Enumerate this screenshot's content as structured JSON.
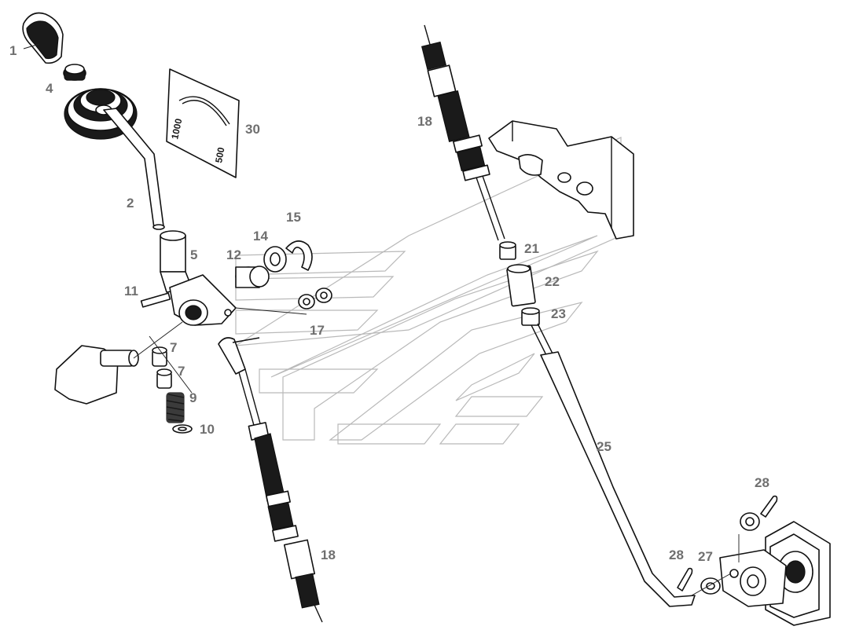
{
  "callouts": {
    "c1": "1",
    "c4": "4",
    "c2": "2",
    "c5": "5",
    "c11": "11",
    "c12": "12",
    "c14": "14",
    "c15": "15",
    "c17": "17",
    "c7a": "7",
    "c7b": "7",
    "c9": "9",
    "c10": "10",
    "c30": "30",
    "c18_top": "18",
    "c18_bottom": "18",
    "c21": "21",
    "c22": "22",
    "c23": "23",
    "c25": "25",
    "c27": "27",
    "c28_top": "28",
    "c28_bottom": "28"
  },
  "decal": {
    "label_low": "500",
    "label_high": "1000"
  },
  "colors": {
    "ink": "#111111",
    "callout": "#6f6f6f",
    "watermark": "#b9b9b9"
  }
}
